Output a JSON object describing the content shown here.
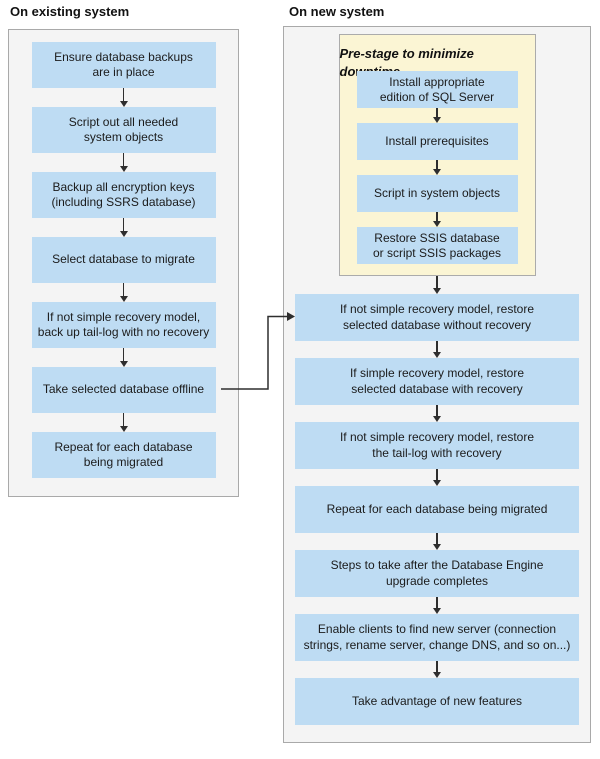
{
  "diagram": {
    "left": {
      "header": "On existing system",
      "boxes": [
        {
          "label": "Ensure database backups\nare in place"
        },
        {
          "label": "Script out all needed\nsystem objects"
        },
        {
          "label": "Backup all encryption keys\n(including SSRS database)"
        },
        {
          "label": "Select database to migrate"
        },
        {
          "label": "If not simple recovery model,\nback up tail-log with no recovery"
        },
        {
          "label": "Take selected database offline"
        },
        {
          "label": "Repeat for each database\nbeing migrated"
        }
      ]
    },
    "right": {
      "header": "On new system",
      "prestage": {
        "title": "Pre-stage to minimize downtime",
        "boxes": [
          {
            "label": "Install appropriate\nedition of SQL Server"
          },
          {
            "label": "Install prerequisites"
          },
          {
            "label": "Script in system objects"
          },
          {
            "label": "Restore SSIS database\nor script SSIS packages"
          }
        ]
      },
      "boxes": [
        {
          "label": "If not simple recovery model, restore\nselected database without recovery"
        },
        {
          "label": "If simple recovery model, restore\nselected database with recovery"
        },
        {
          "label": "If not simple recovery model, restore\nthe tail-log with recovery"
        },
        {
          "label": "Repeat for each database being migrated"
        },
        {
          "label": "Steps to take after the Database Engine\nupgrade completes"
        },
        {
          "label": "Enable clients to find new server (connection\nstrings, rename server, change DNS, and so on...)"
        },
        {
          "label": "Take advantage of new features"
        }
      ]
    },
    "colors": {
      "step_box_blue": "#bedcf3",
      "prestage_yellow": "#fbf5d4",
      "panel_gray": "#f4f4f4",
      "panel_border_gray": "#a9a9a9",
      "arrow_dark": "#2e2e2e"
    }
  }
}
